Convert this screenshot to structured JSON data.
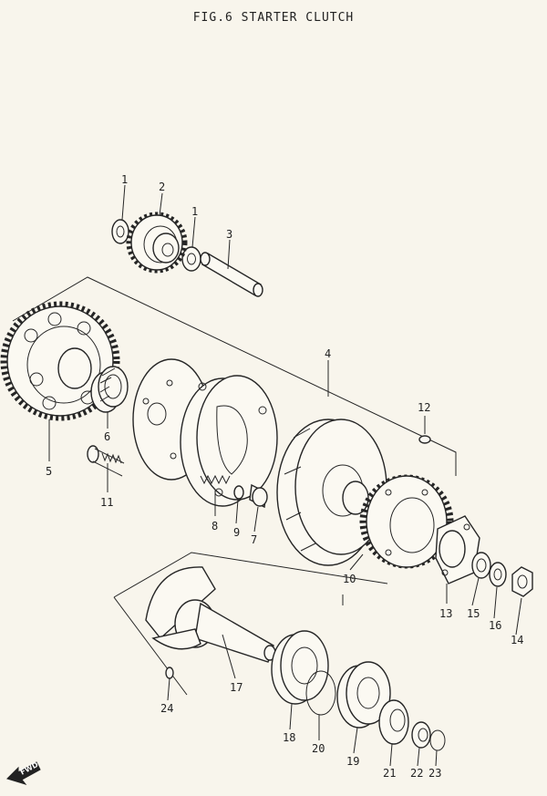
{
  "title": "FIG.6  STARTER CLUTCH",
  "fwd_label": "FWD",
  "callouts": [
    {
      "id": "c1a",
      "text": "1"
    },
    {
      "id": "c2",
      "text": "2"
    },
    {
      "id": "c1b",
      "text": "1"
    },
    {
      "id": "c3",
      "text": "3"
    },
    {
      "id": "c4",
      "text": "4"
    },
    {
      "id": "c5",
      "text": "5"
    },
    {
      "id": "c6",
      "text": "6"
    },
    {
      "id": "c7",
      "text": "7"
    },
    {
      "id": "c8",
      "text": "8"
    },
    {
      "id": "c9",
      "text": "9"
    },
    {
      "id": "c10",
      "text": "10"
    },
    {
      "id": "c11",
      "text": "11"
    },
    {
      "id": "c12",
      "text": "12"
    },
    {
      "id": "c13",
      "text": "13"
    },
    {
      "id": "c14",
      "text": "14"
    },
    {
      "id": "c15",
      "text": "15"
    },
    {
      "id": "c16",
      "text": "16"
    },
    {
      "id": "c17",
      "text": "17"
    },
    {
      "id": "c18",
      "text": "18"
    },
    {
      "id": "c19",
      "text": "19"
    },
    {
      "id": "c20",
      "text": "20"
    },
    {
      "id": "c21",
      "text": "21"
    },
    {
      "id": "c22",
      "text": "22"
    },
    {
      "id": "c23",
      "text": "23"
    },
    {
      "id": "c24",
      "text": "24"
    }
  ]
}
